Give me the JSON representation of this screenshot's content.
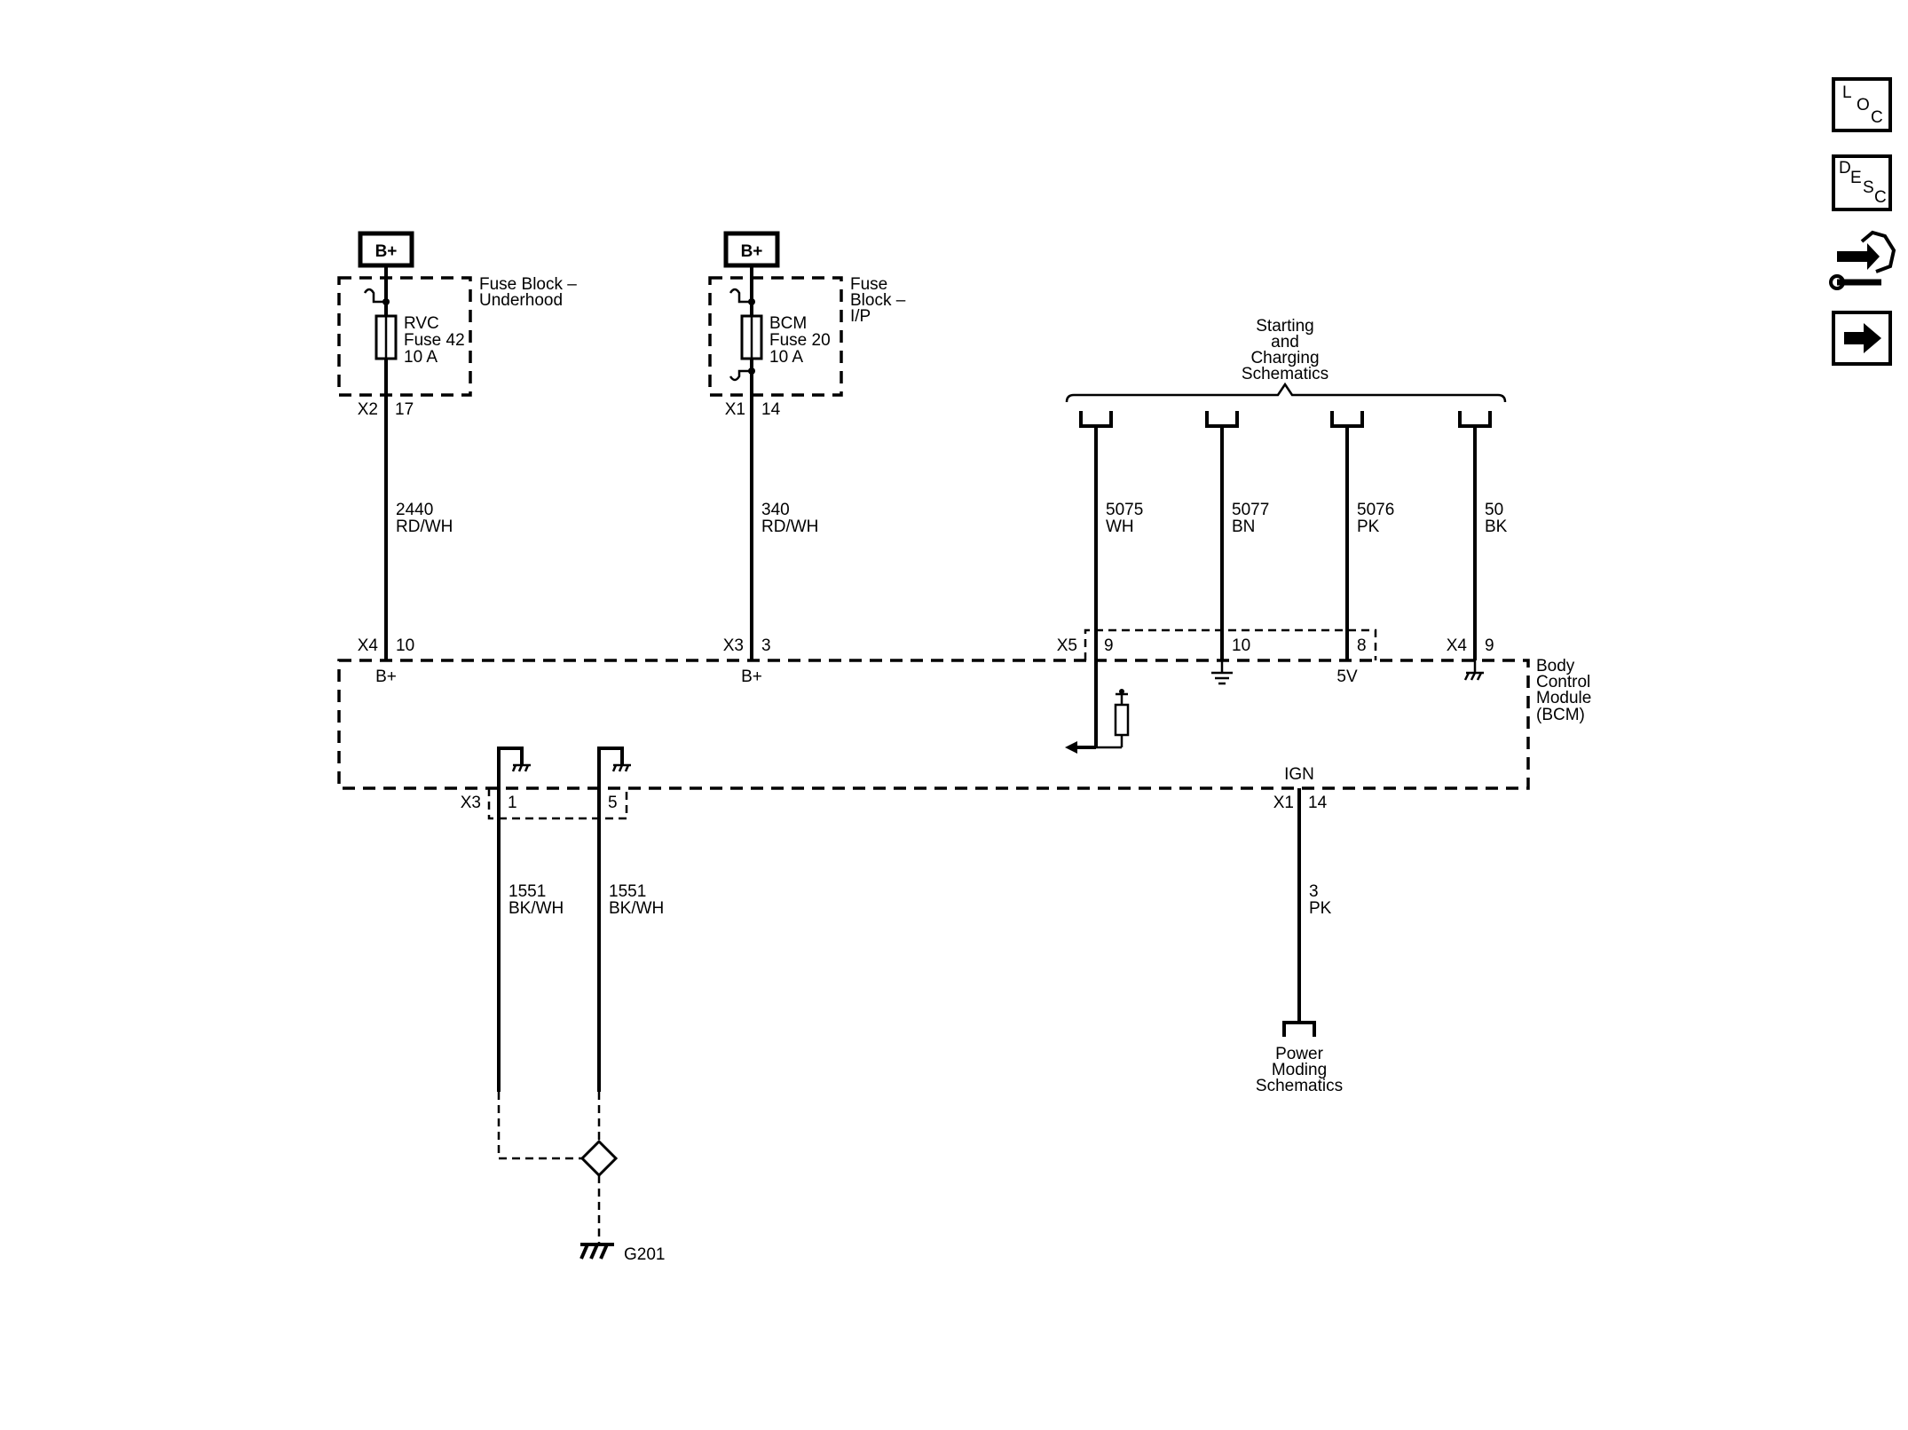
{
  "power_sources": [
    {
      "label": "B+"
    },
    {
      "label": "B+"
    }
  ],
  "fuse_blocks": [
    {
      "name_lines": [
        "Fuse Block –",
        "Underhood"
      ],
      "fuse_lines": [
        "RVC",
        "Fuse 42",
        "10 A"
      ],
      "connector": "X2",
      "pin": "17"
    },
    {
      "name_lines": [
        "Fuse",
        "Block –",
        "I/P"
      ],
      "fuse_lines": [
        "BCM",
        "Fuse 20",
        "10 A"
      ],
      "connector": "X1",
      "pin": "14"
    }
  ],
  "wires": [
    {
      "circuit": "2440",
      "color": "RD/WH"
    },
    {
      "circuit": "340",
      "color": "RD/WH"
    },
    {
      "circuit": "5075",
      "color": "WH"
    },
    {
      "circuit": "5077",
      "color": "BN"
    },
    {
      "circuit": "5076",
      "color": "PK"
    },
    {
      "circuit": "50",
      "color": "BK"
    },
    {
      "circuit": "1551",
      "color": "BK/WH"
    },
    {
      "circuit": "1551",
      "color": "BK/WH"
    },
    {
      "circuit": "3",
      "color": "PK"
    }
  ],
  "reference_blocks": {
    "starting_charging": [
      "Starting",
      "and",
      "Charging",
      "Schematics"
    ],
    "power_moding": [
      "Power",
      "Moding",
      "Schematics"
    ]
  },
  "bcm": {
    "name_lines": [
      "Body",
      "Control",
      "Module",
      "(BCM)"
    ],
    "top_pins": [
      {
        "connector": "X4",
        "pin": "10",
        "inner": "B+"
      },
      {
        "connector": "X3",
        "pin": "3",
        "inner": "B+"
      },
      {
        "connector": "X5",
        "pin": "9",
        "inner": ""
      },
      {
        "connector": "",
        "pin": "10",
        "inner": ""
      },
      {
        "connector": "",
        "pin": "8",
        "inner": "5V"
      },
      {
        "connector": "X4",
        "pin": "9",
        "inner": ""
      }
    ],
    "bottom_pins": [
      {
        "connector": "X3",
        "pin": "1"
      },
      {
        "connector": "",
        "pin": "5"
      },
      {
        "connector": "X1",
        "pin": "14",
        "inner": "IGN"
      }
    ]
  },
  "ground": {
    "label": "G201"
  },
  "nav_icons": [
    {
      "name": "loc-icon",
      "letters": [
        "L",
        "O",
        "C"
      ]
    },
    {
      "name": "desc-icon",
      "letters": [
        "D",
        "E",
        "S",
        "C"
      ]
    },
    {
      "name": "connector-end-view-icon"
    },
    {
      "name": "next-page-arrow-icon"
    }
  ]
}
